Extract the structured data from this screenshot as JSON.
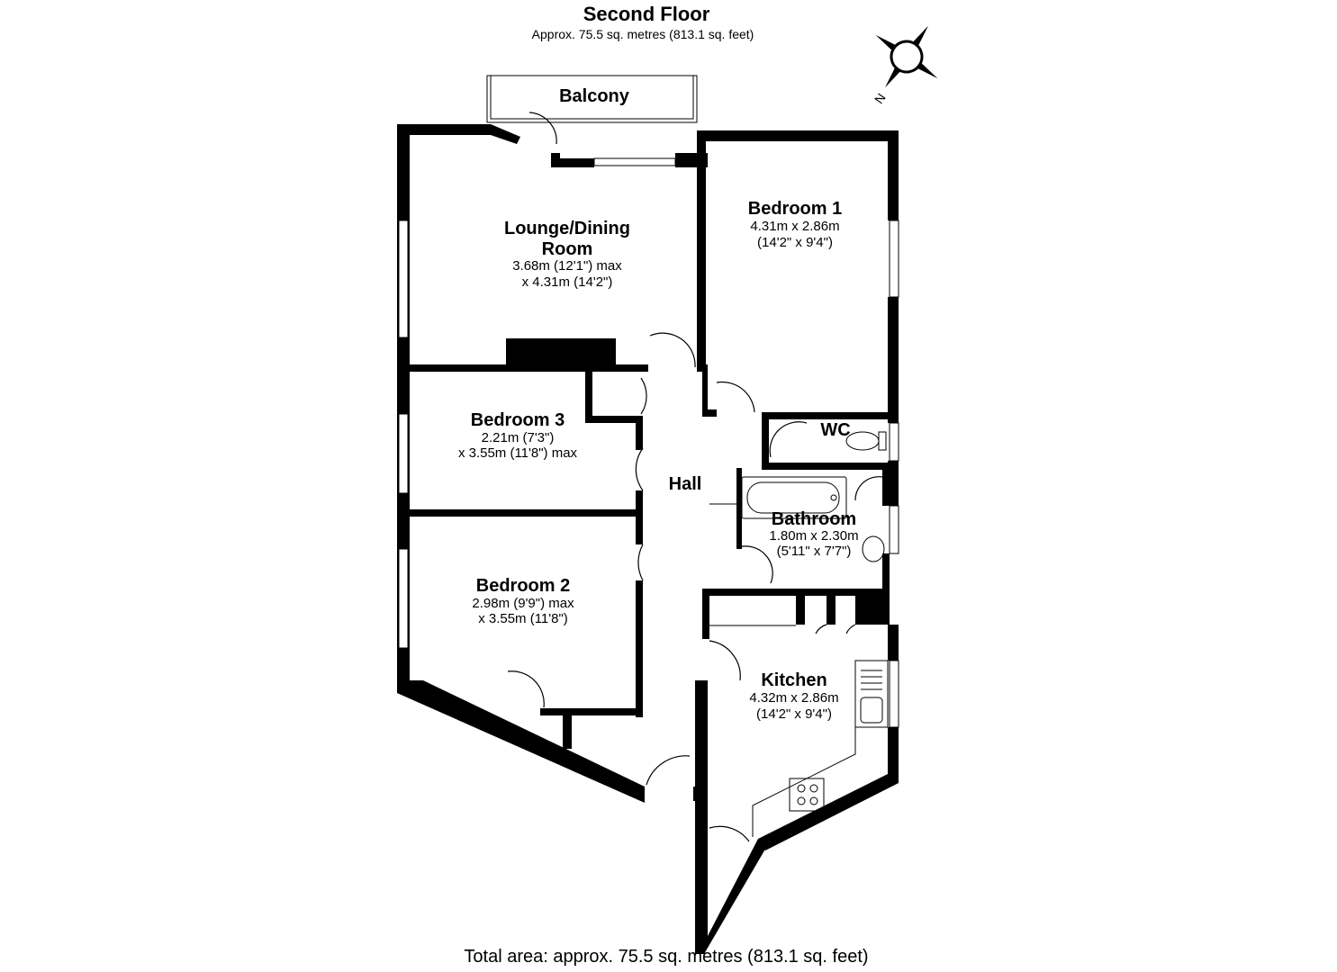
{
  "header": {
    "title": "Second Floor",
    "area": "Approx. 75.5 sq. metres (813.1 sq. feet)"
  },
  "compass": {
    "label": "N",
    "icon": "compass-rose-icon"
  },
  "rooms": {
    "balcony": {
      "name": "Balcony"
    },
    "lounge": {
      "name_line1": "Lounge/Dining",
      "name_line2": "Room",
      "dim1": "3.68m (12'1\") max",
      "dim2": "x 4.31m (14'2\")"
    },
    "bedroom1": {
      "name": "Bedroom 1",
      "dim1": "4.31m x 2.86m",
      "dim2": "(14'2\" x 9'4\")"
    },
    "bedroom3": {
      "name": "Bedroom 3",
      "dim1": "2.21m (7'3\")",
      "dim2": "x 3.55m (11'8\") max"
    },
    "wc": {
      "name": "WC"
    },
    "hall": {
      "name": "Hall"
    },
    "bathroom": {
      "name": "Bathroom",
      "dim1": "1.80m x 2.30m",
      "dim2": "(5'11\" x 7'7\")"
    },
    "bedroom2": {
      "name": "Bedroom 2",
      "dim1": "2.98m (9'9\") max",
      "dim2": "x 3.55m (11'8\")"
    },
    "kitchen": {
      "name": "Kitchen",
      "dim1": "4.32m x 2.86m",
      "dim2": "(14'2\" x 9'4\")"
    }
  },
  "footer": {
    "total": "Total area: approx. 75.5 sq. metres (813.1 sq. feet)"
  },
  "colors": {
    "wall": "#000000",
    "fixture": "#555555",
    "background": "#ffffff"
  }
}
